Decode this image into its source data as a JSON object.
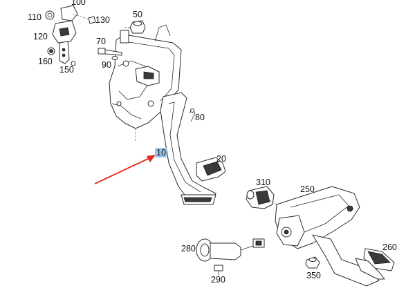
{
  "labels": {
    "p10": "10",
    "p20": "20",
    "p50": "50",
    "p70": "70",
    "p80": "80",
    "p90": "90",
    "p100": "100",
    "p110": "110",
    "p120": "120",
    "p130": "130",
    "p150": "150",
    "p160": "160",
    "p250": "250",
    "p260": "260",
    "p280": "280",
    "p290": "290",
    "p310": "310",
    "p350": "350"
  },
  "colors": {
    "highlight": "#9ec8ea",
    "arrow": "#e0281f",
    "line": "#2a2a2a",
    "text": "#111111"
  }
}
